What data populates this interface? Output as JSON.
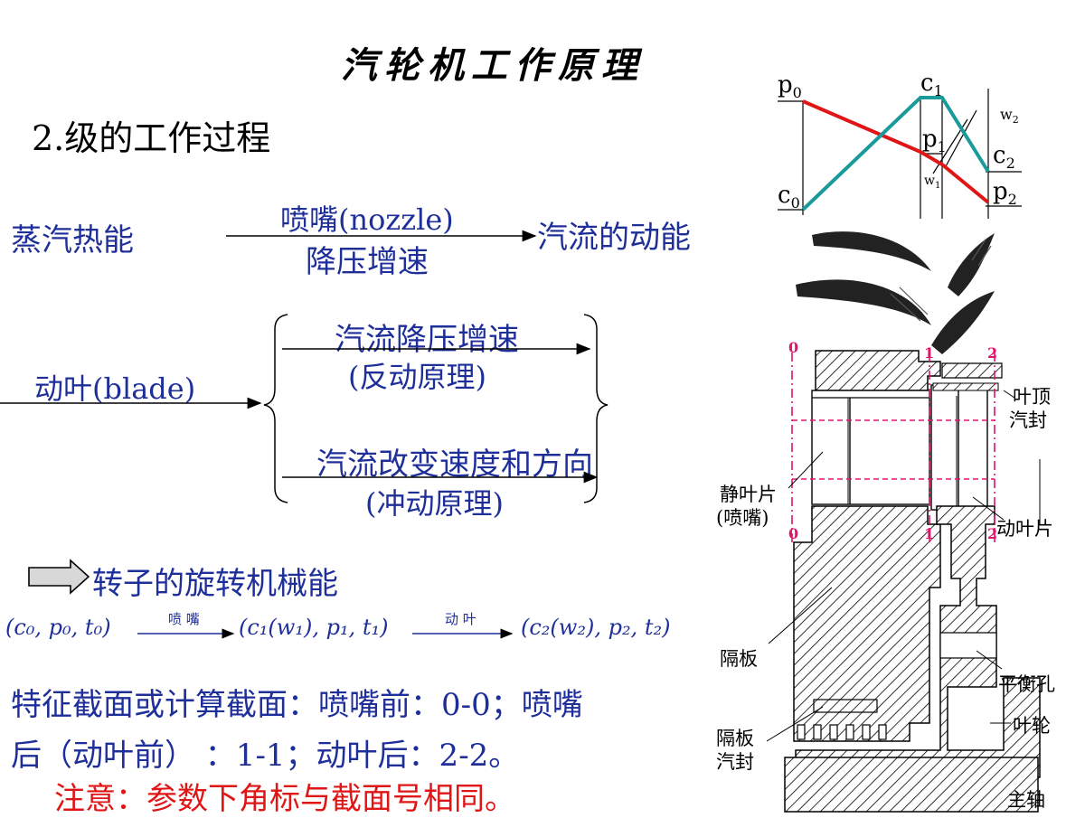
{
  "title": "汽轮机工作原理",
  "subtitle": "2.级的工作过程",
  "flow1": {
    "source": "蒸汽热能",
    "arrow_top": "喷嘴(nozzle)",
    "arrow_bottom": "降压增速",
    "target": "汽流的动能"
  },
  "flow2": {
    "source": "动叶(blade)",
    "branch1_top": "汽流降压增速",
    "branch1_bottom": "(反动原理)",
    "branch2_top": "汽流改变速度和方向",
    "branch2_bottom": "(冲动原理)"
  },
  "result": "转子的旋转机械能",
  "formula": {
    "state0": "(c₀, p₀, t₀)",
    "arrow1": "喷 嘴",
    "state1": "(c₁(w₁), p₁, t₁)",
    "arrow2": "动 叶",
    "state2": "(c₂(w₂), p₂, t₂)"
  },
  "section_line1": "特征截面或计算截面：喷嘴前：0-0；喷嘴",
  "section_line2": "后（动叶前） ：1-1；动叶后：2-2。",
  "note": "注意：参数下角标与截面号相同。",
  "graph": {
    "p0": "p",
    "p0_sub": "0",
    "c1": "c",
    "c1_sub": "1",
    "w2": "w",
    "w2_sub": "2",
    "p1": "p",
    "p1_sub": "1",
    "c2": "c",
    "c2_sub": "2",
    "w1": "w",
    "w1_sub": "1",
    "c0": "c",
    "c0_sub": "0",
    "p2": "p",
    "p2_sub": "2"
  },
  "stage": {
    "sec0_top": "0",
    "sec1_top": "1",
    "sec2_top": "2",
    "sec0_bot": "0",
    "sec1_bot": "1",
    "sec2_bot": "2",
    "tip_seal": [
      "叶顶",
      "汽封"
    ],
    "stator": [
      "静叶片",
      "(喷嘴)"
    ],
    "rotor_blade": "动叶片",
    "diaphragm": "隔板",
    "balance_hole": "平衡孔",
    "wheel": "叶轮",
    "diaphragm_seal": [
      "隔板",
      "汽封"
    ],
    "shaft": "主轴"
  },
  "colors": {
    "text_blue": "#1f2f9a",
    "note_red": "#e01616",
    "pressure_line": "#e01616",
    "velocity_line": "#1a9a9a",
    "section_mark": "#e0136d"
  }
}
